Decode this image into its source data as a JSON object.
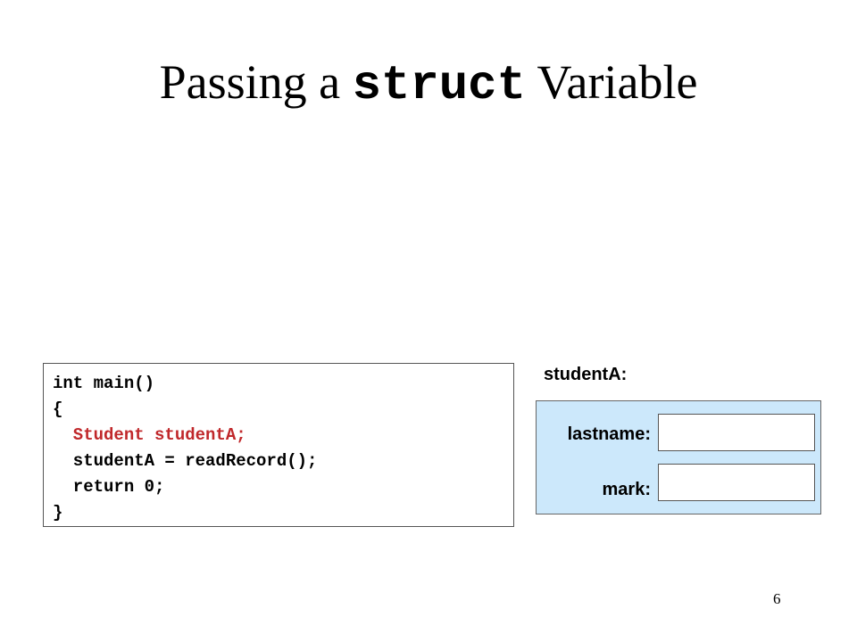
{
  "slide": {
    "title_prefix": "Passing a ",
    "title_keyword": "struct",
    "title_suffix": " Variable",
    "page_number": "6"
  },
  "code": {
    "lines": [
      {
        "text": "int main()",
        "highlight": false
      },
      {
        "text": "{",
        "highlight": false
      },
      {
        "text": "  Student studentA;",
        "highlight": true
      },
      {
        "text": "  studentA = readRecord();",
        "highlight": false
      },
      {
        "text": "  return 0;",
        "highlight": false
      },
      {
        "text": "}",
        "highlight": false
      }
    ],
    "highlight_color": "#c0282b"
  },
  "struct_diagram": {
    "variable_label": "studentA:",
    "fields": [
      {
        "label": "lastname:",
        "value": ""
      },
      {
        "label": "mark:",
        "value": ""
      }
    ],
    "box_color": "#cce8fb"
  }
}
